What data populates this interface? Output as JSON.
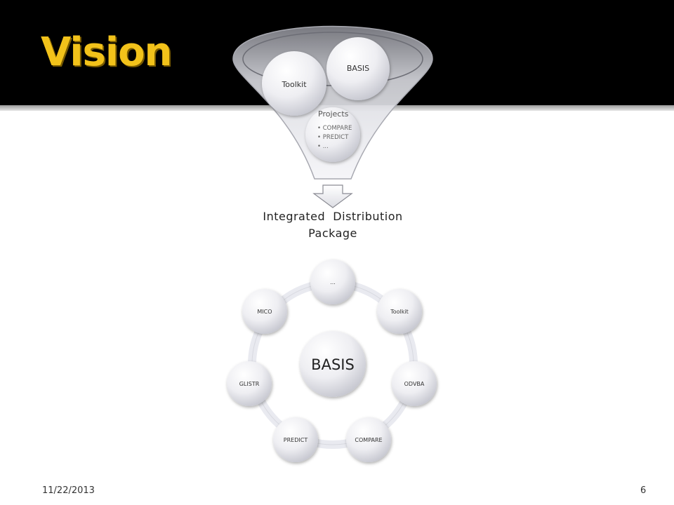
{
  "slide": {
    "title": "Vision",
    "footer_date": "11/22/2013",
    "page_number": "6"
  },
  "funnel": {
    "circles": [
      "Toolkit",
      "BASIS"
    ],
    "projects_label": "Projects",
    "projects_items": [
      "COMPARE",
      "PREDICT",
      "..."
    ],
    "output_caption_line1": "Integrated  Distribution",
    "output_caption_line2": "Package"
  },
  "cycle": {
    "center": "BASIS",
    "nodes": [
      "...",
      "Toolkit",
      "ODVBA",
      "COMPARE",
      "PREDICT",
      "GLISTR",
      "MICO"
    ]
  },
  "colors": {
    "title": "#f2c21a",
    "band": "#000000",
    "circle_light": "#f4f4f6",
    "circle_dark": "#c9cad2",
    "ring": "#e9eaf0"
  }
}
